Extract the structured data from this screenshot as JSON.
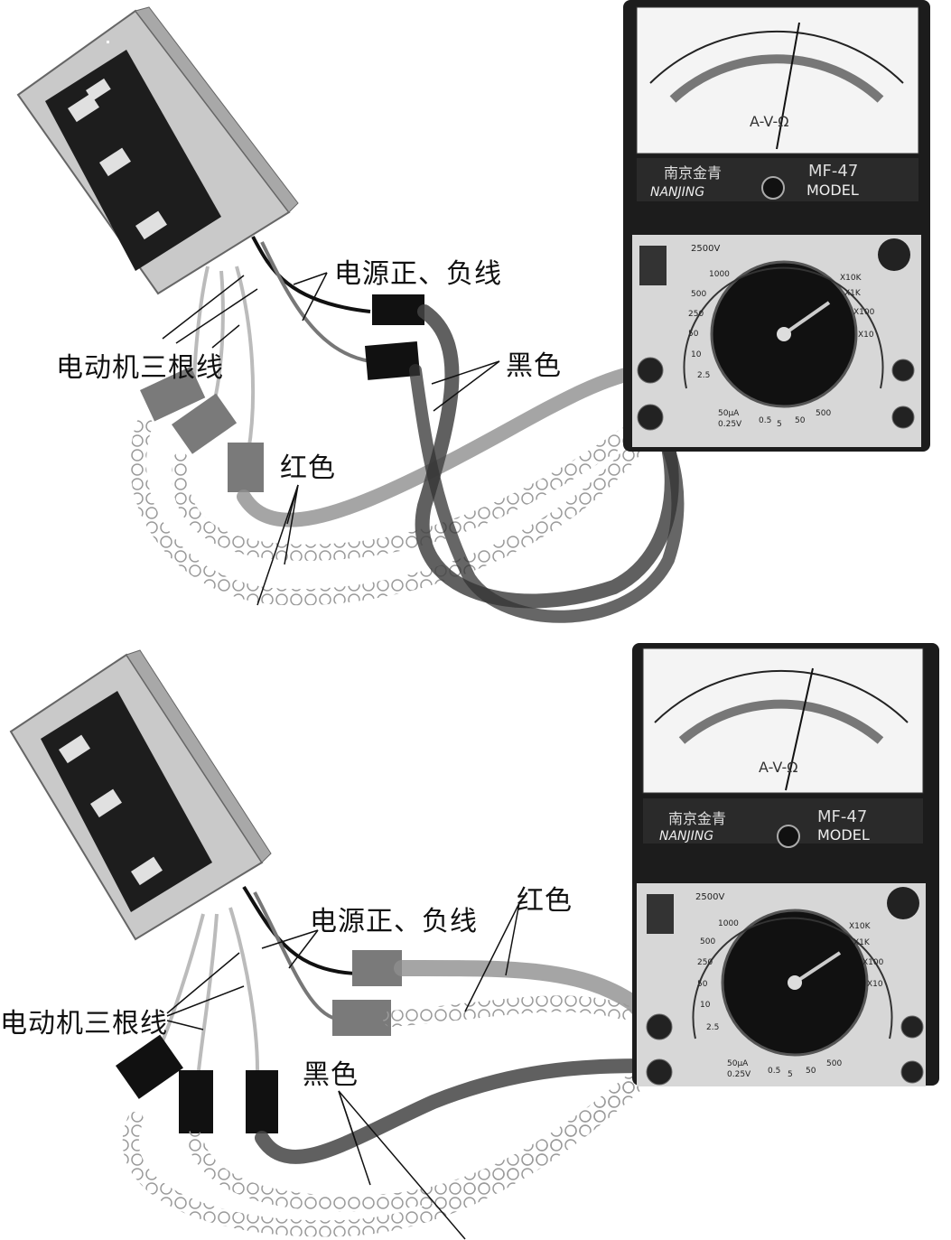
{
  "panels": [
    {
      "labels": {
        "power_wires": "电源正、负线",
        "motor_wires": "电动机三根线",
        "black": "黑色",
        "red": "红色"
      },
      "meter": {
        "brand_cn": "南京金青",
        "brand_en": "NANJING",
        "model": "MF-47",
        "model_word": "MODEL",
        "scale_center": "A-V-Ω",
        "voltage_range": "2500V",
        "dial_values": [
          "1000",
          "500",
          "250",
          "50",
          "10",
          "2.5",
          "50μA",
          "0.25V",
          "0.5",
          "5",
          "50",
          "500"
        ],
        "ohm_ranges": [
          "X10K",
          "X1K",
          "X100",
          "X10"
        ]
      }
    },
    {
      "labels": {
        "power_wires": "电源正、负线",
        "motor_wires": "电动机三根线",
        "black": "黑色",
        "red": "红色"
      },
      "meter": {
        "brand_cn": "南京金青",
        "brand_en": "NANJING",
        "model": "MF-47",
        "model_word": "MODEL",
        "scale_center": "A-V-Ω",
        "voltage_range": "2500V",
        "dial_values": [
          "1000",
          "500",
          "250",
          "50",
          "10",
          "2.5",
          "50μA",
          "0.25V",
          "0.5",
          "5",
          "50",
          "500"
        ],
        "ohm_ranges": [
          "X10K",
          "X1K",
          "X100",
          "X10"
        ]
      }
    }
  ],
  "colors": {
    "ink": "#111111",
    "meter_body": "#1c1c1c",
    "controller_body": "#bdbdbd",
    "red_probe": "#7a7a7a",
    "black_probe": "#111111"
  }
}
